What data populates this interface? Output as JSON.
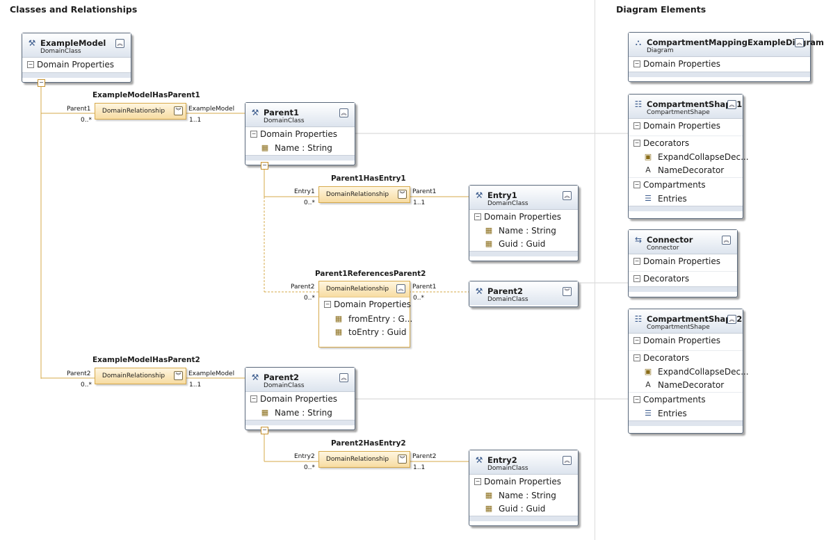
{
  "headers": {
    "left": "Classes and Relationships",
    "right": "Diagram Elements"
  },
  "common": {
    "domain_class": "DomainClass",
    "domain_relationship": "DomainRelationship",
    "domain_properties": "Domain Properties",
    "decorators": "Decorators",
    "compartments": "Compartments",
    "multiplicity_many": "0..*",
    "multiplicity_one": "1..1"
  },
  "classes": {
    "example_model": {
      "title": "ExampleModel"
    },
    "parent1": {
      "title": "Parent1",
      "property": "Name : String"
    },
    "entry1": {
      "title": "Entry1",
      "properties": [
        "Name : String",
        "Guid : Guid"
      ]
    },
    "parent2_ref": {
      "title": "Parent2"
    },
    "parent2": {
      "title": "Parent2",
      "property": "Name : String"
    },
    "entry2": {
      "title": "Entry2",
      "properties": [
        "Name : String",
        "Guid : Guid"
      ]
    }
  },
  "relationships": {
    "example_model_has_parent1": {
      "name": "ExampleModelHasParent1",
      "source_role": "Parent1",
      "target_role": "ExampleModel"
    },
    "parent1_has_entry1": {
      "name": "Parent1HasEntry1",
      "source_role": "Entry1",
      "target_role": "Parent1"
    },
    "parent1_references_parent2": {
      "name": "Parent1ReferencesParent2",
      "source_role": "Parent2",
      "target_role": "Parent1",
      "properties": [
        "fromEntry : G...",
        "toEntry : Guid"
      ]
    },
    "example_model_has_parent2": {
      "name": "ExampleModelHasParent2",
      "source_role": "Parent2",
      "target_role": "ExampleModel"
    },
    "parent2_has_entry2": {
      "name": "Parent2HasEntry2",
      "source_role": "Entry2",
      "target_role": "Parent2"
    }
  },
  "diagram_elements": {
    "diagram": {
      "title": "CompartmentMappingExampleDiagram",
      "subtitle": "Diagram"
    },
    "compartment_shape1": {
      "title": "CompartmentShape1",
      "subtitle": "CompartmentShape",
      "decorators": [
        "ExpandCollapseDec...",
        "NameDecorator"
      ],
      "compartments": [
        "Entries"
      ]
    },
    "connector": {
      "title": "Connector",
      "subtitle": "Connector"
    },
    "compartment_shape2": {
      "title": "CompartmentShape2",
      "subtitle": "CompartmentShape",
      "decorators": [
        "ExpandCollapseDec...",
        "NameDecorator"
      ],
      "compartments": [
        "Entries"
      ]
    }
  },
  "colors": {
    "relationship_line": "#d6a94a",
    "mapping_line": "#d0d0d0",
    "class_border": "#58677a"
  },
  "icons": {
    "domain_class": "domain-class-icon",
    "diagram": "diagram-icon",
    "compartment_shape": "compartment-shape-icon",
    "connector": "connector-icon",
    "property": "property-icon",
    "decorator": "decorator-icon",
    "text_decorator": "text-decorator-icon",
    "compartment": "compartment-icon"
  }
}
